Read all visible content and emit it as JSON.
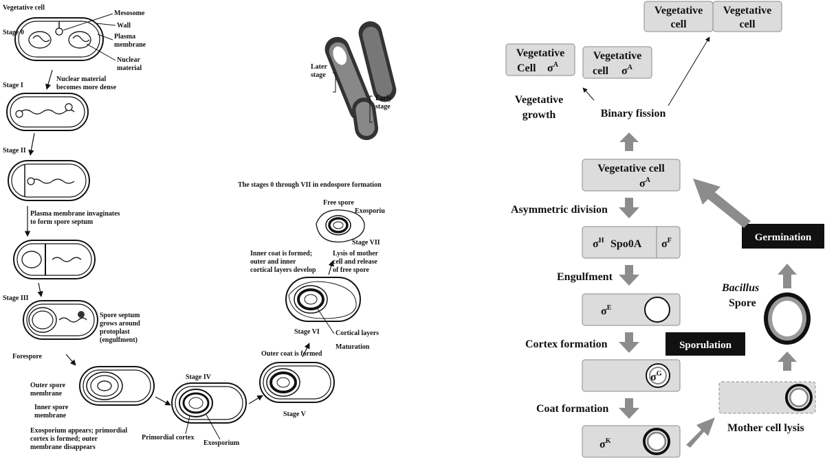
{
  "left": {
    "vegetative_cell": "Vegetative cell",
    "mesosome": "Mesosome",
    "wall": "Wall",
    "plasma": "Plasma",
    "membrane": "membrane",
    "nuclear": "Nuclear",
    "material": "material",
    "stage0": "Stage 0",
    "stage1": "Stage I",
    "stage2": "Stage II",
    "stage3": "Stage III",
    "stage4": "Stage IV",
    "stage5": "Stage V",
    "stage6": "Stage VI",
    "stage7": "Stage VII",
    "dense1": "Nuclear material",
    "dense2": "becomes more dense",
    "inv1": "Plasma membrane invaginates",
    "inv2": "to form spore septum",
    "sep1": "Spore septum",
    "sep2": "grows around",
    "sep3": "protoplast",
    "sep4": "(engulfment)",
    "forespore": "Forespore",
    "outer_spore1": "Outer spore",
    "outer_spore2": "membrane",
    "inner_spore1": "Inner spore",
    "inner_spore2": "membrane",
    "exo1": "Exosporium appears; primordial",
    "exo2": "cortex is formed; outer",
    "exo3": "membrane disappears",
    "primordial": "Primordial cortex",
    "exosporium": "Exosporium",
    "outer_coat": "Outer coat is formed",
    "maturation": "Maturation",
    "cortical": "Cortical layers",
    "inner1": "Inner coat is formed;",
    "inner2": "outer and inner",
    "inner3": "cortical layers develop",
    "lysis1": "Lysis of mother",
    "lysis2": "cell and release",
    "lysis3": "of free spore",
    "free_spore": "Free spore",
    "exosporiu": "Exosporiu",
    "stages_title": "The stages 0 through VII in endospore formation",
    "later1": "Later",
    "later2": "stage",
    "early1": "Early",
    "early2": "stage"
  },
  "right": {
    "veg_top_left1": "Vegetative",
    "veg_top_left2": "cell",
    "veg_top_right1": "Vegetative",
    "veg_top_right2": "cell",
    "veg_a1": "Vegetative",
    "veg_a2": "Cell",
    "veg_b1": "Vegetative",
    "veg_b2": "cell",
    "sigma": "σ",
    "sup_A": "A",
    "sup_H": "H",
    "sup_F": "F",
    "sup_E": "E",
    "sup_G": "G",
    "sup_K": "K",
    "spo0a": "Spo0A",
    "veg_growth1": "Vegetative",
    "veg_growth2": "growth",
    "binary_fission": "Binary fission",
    "veg_main": "Vegetative cell",
    "asym": "Asymmetric division",
    "engulfment": "Engulfment",
    "cortex": "Cortex formation",
    "coat": "Coat formation",
    "sporulation": "Sporulation",
    "germination": "Germination",
    "bacillus": "Bacillus",
    "spore": "Spore",
    "mother_lysis": "Mother cell lysis"
  }
}
